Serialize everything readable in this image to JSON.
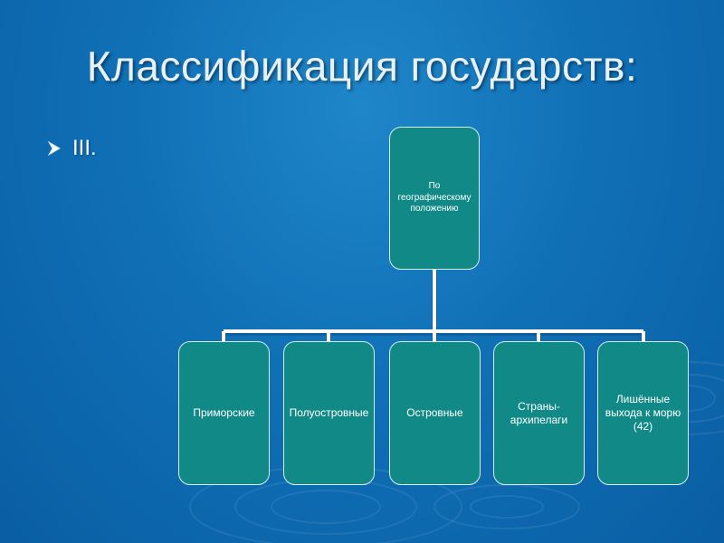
{
  "slide": {
    "title": "Классификация государств:",
    "bullet": "III."
  },
  "colors": {
    "background": "#1070b6",
    "node_fill": "#118a87",
    "node_border": "#d8ecec",
    "connector": "#ffffff"
  },
  "diagram": {
    "root": {
      "label": "По\nгеографическому\nположению"
    },
    "children": [
      {
        "label": "Приморские"
      },
      {
        "label": "Полуостровные"
      },
      {
        "label": "Островные"
      },
      {
        "label": "Страны-\nархипелаги"
      },
      {
        "label": "Лишённые\nвыхода к морю\n(42)"
      }
    ]
  }
}
